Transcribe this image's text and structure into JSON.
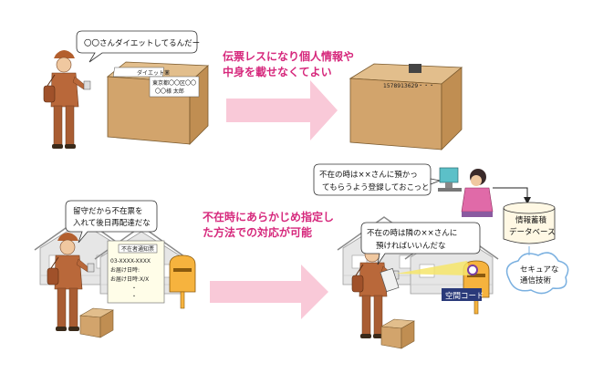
{
  "top": {
    "speech_bubble": "〇〇さんダイエットしてるんだー",
    "caption_lines": [
      "伝票レスになり個人情報や",
      "中身を載せなくてよい"
    ],
    "label_box_title": "ダイエット薬",
    "label_box_lines": [
      "東京都〇〇区〇〇",
      "〇〇様 太郎"
    ],
    "tracking_code": "1578913629・・・"
  },
  "bottom": {
    "speech_bubble_left": [
      "留守だから不在票を",
      "入れて後日再配達だな"
    ],
    "notice_title": "不在者通知票",
    "notice_lines": [
      "03-XXXX-XXXX",
      "お届け日時:",
      "お届け日時:X/X",
      "・",
      "・"
    ],
    "caption_lines": [
      "不在時にあらかじめ指定し",
      "た方法での対応が可能"
    ],
    "register_bubble": [
      "不在の時は××さんに預かっ",
      "てもらうよう登録しておこっと"
    ],
    "speech_bubble_right": [
      "不在の時は隣の××さんに",
      "預ければいいんだな"
    ],
    "database_label": [
      "情報蓄積",
      "データベース"
    ],
    "cloud_label": [
      "セキュアな",
      "通信技術"
    ],
    "code_label": "空間コード"
  },
  "colors": {
    "arrow": "#f9c9d8",
    "caption": "#d6287c",
    "box": "#d2a46c",
    "uniform": "#b9683a"
  }
}
